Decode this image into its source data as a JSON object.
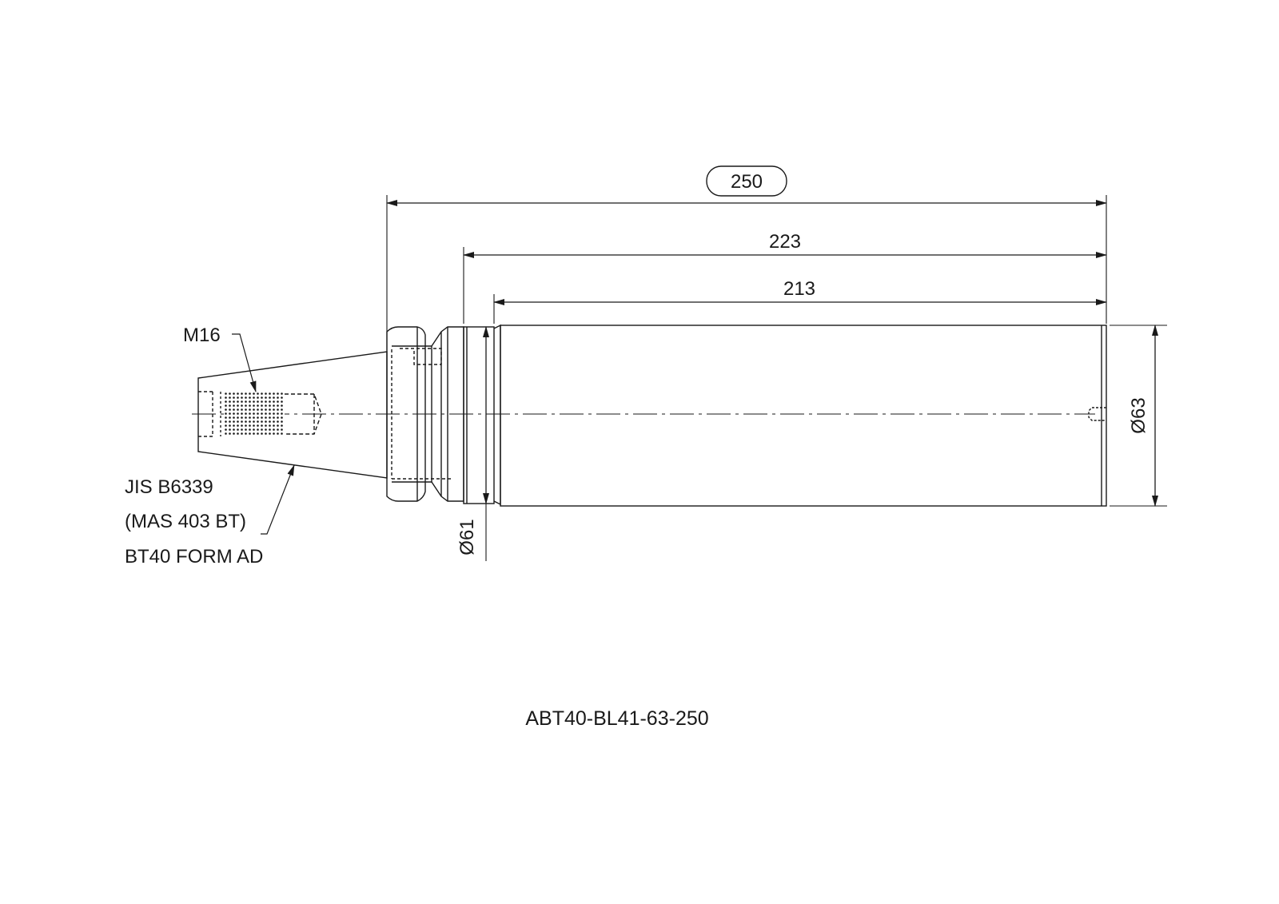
{
  "dimensions": {
    "overall_length": "250",
    "length_223": "223",
    "length_213": "213",
    "diameter_body": "Ø63",
    "diameter_neck": "Ø61"
  },
  "annotations": {
    "thread": "M16",
    "standard_line1": "JIS B6339",
    "standard_line2": "(MAS 403 BT)",
    "standard_line3": "BT40 FORM AD"
  },
  "part_number": "ABT40-BL41-63-250",
  "colors": {
    "line": "#1a1a1a",
    "background": "#ffffff"
  }
}
